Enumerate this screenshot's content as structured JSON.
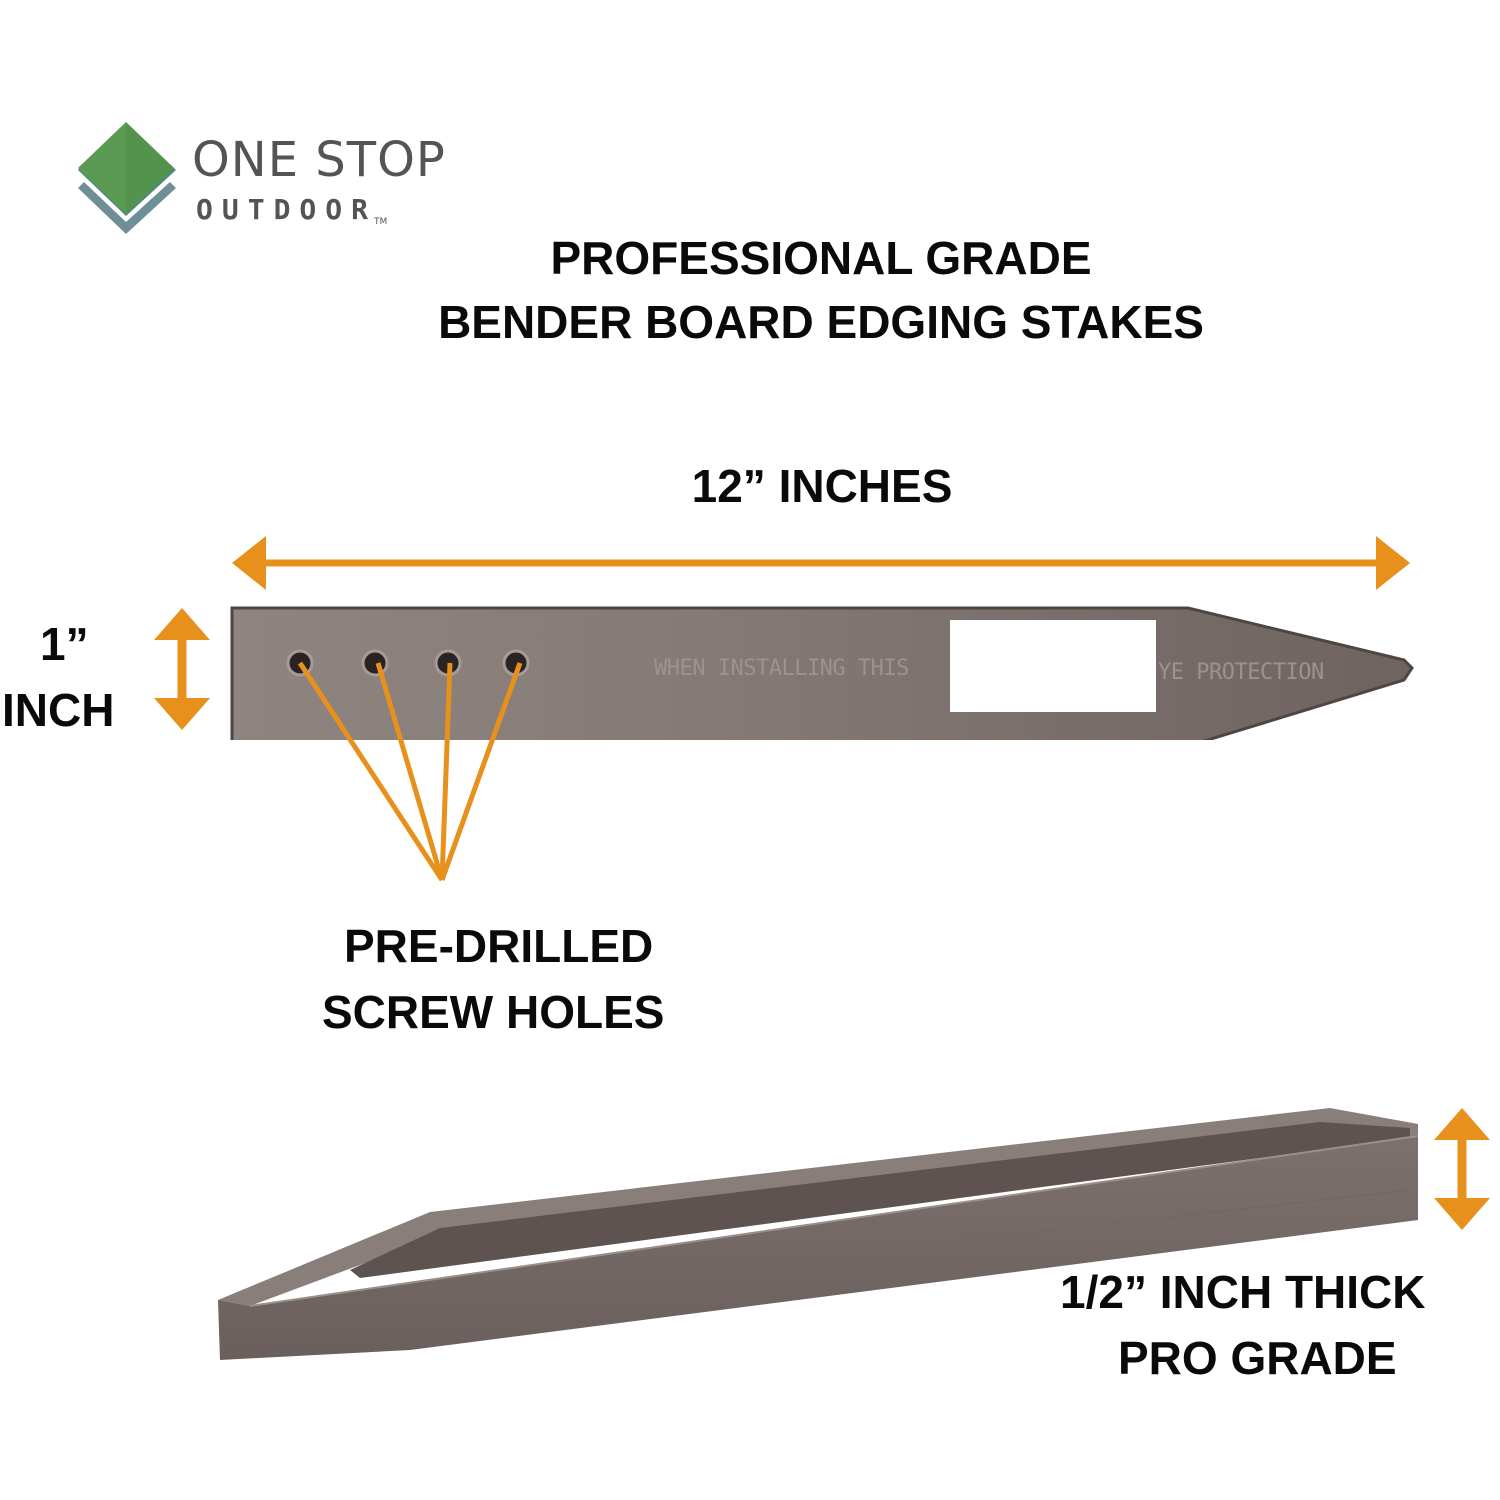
{
  "brand": {
    "name_line1": "ONE STOP",
    "name_line2": "OUTDOOR",
    "trademark": "TM",
    "colors": {
      "green": "#5a9a52",
      "teal": "#4f8a80",
      "slate": "#6f8f97",
      "text": "#545454"
    }
  },
  "headline": {
    "line1": "PROFESSIONAL GRADE",
    "line2": "BENDER BOARD EDGING STAKES"
  },
  "dimensions": {
    "length_label": "12” INCHES",
    "width_value": "1”",
    "width_unit": "INCH",
    "thickness_line1": "1/2” INCH THICK",
    "thickness_line2": "PRO GRADE"
  },
  "callouts": {
    "holes_line1": "PRE-DRILLED",
    "holes_line2": "SCREW HOLES",
    "hole_count": 4
  },
  "stake_top": {
    "embossed_left": "WHEN INSTALLING THIS",
    "embossed_right": "YE PROTECTION"
  },
  "colors": {
    "accent_orange": "#e8901c",
    "stake_fill": "#7b6f6b",
    "stake_shadow": "#5e5350",
    "text": "#0a0a0a"
  }
}
